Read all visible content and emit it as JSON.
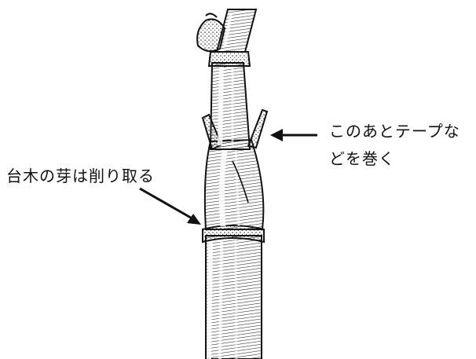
{
  "annotations": {
    "rootstock_bud": "台木の芽は削り取る",
    "tape_line1": "このあとテープな",
    "tape_line2": "どを巻く"
  },
  "colors": {
    "ink": "#111111",
    "background": "#ffffff"
  }
}
